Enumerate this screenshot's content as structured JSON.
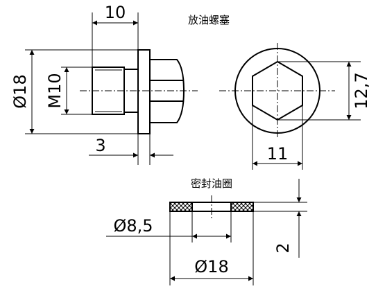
{
  "plug": {
    "caption": "放油螺塞",
    "dim_length": "10",
    "dim_diameter": "Ø18",
    "dim_thread": "M10",
    "dim_flange": "3",
    "dim_across_corners": "12,7",
    "dim_across_flats": "11"
  },
  "seal": {
    "caption": "密封油圈",
    "dim_inner": "Ø8,5",
    "dim_outer": "Ø18",
    "dim_thickness": "2"
  }
}
